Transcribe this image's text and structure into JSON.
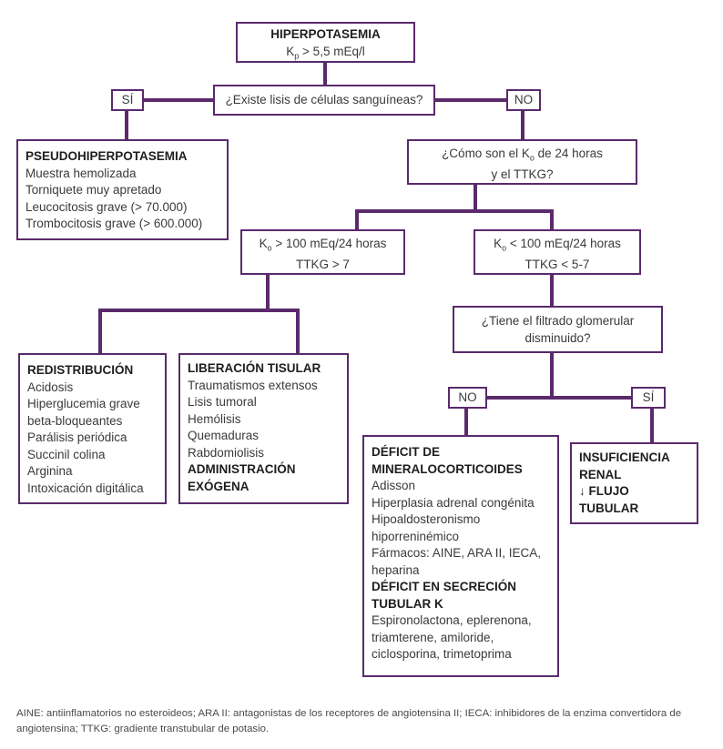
{
  "root": {
    "title": "HIPERPOTASEMIA",
    "condition": "K",
    "condition_sub": "p",
    "condition_rest": " > 5,5 mEq/l"
  },
  "q_lisis": {
    "text": "¿Existe lisis de células sanguíneas?",
    "yes": "SÍ",
    "no": "NO"
  },
  "pseudo": {
    "title": "PSEUDOHIPERPOTASEMIA",
    "items": [
      "Muestra hemolizada",
      "Torniquete muy apretado",
      "Leucocitosis grave (> 70.000)",
      "Trombocitosis grave (> 600.000)"
    ]
  },
  "q_ko": {
    "line1_a": "¿Cómo son el K",
    "line1_sub": "o",
    "line1_b": " de 24 horas",
    "line2": "y el TTKG?"
  },
  "ko_high": {
    "line1_a": "K",
    "line1_sub": "o",
    "line1_b": " > 100 mEq/24 horas",
    "line2": "TTKG > 7"
  },
  "ko_low": {
    "line1_a": "K",
    "line1_sub": "o",
    "line1_b": " < 100 mEq/24 horas",
    "line2": "TTKG < 5-7"
  },
  "redistribucion": {
    "title": "REDISTRIBUCIÓN",
    "items": [
      "Acidosis",
      "Hiperglucemia grave",
      "beta-bloqueantes",
      "Parálisis periódica",
      "Succinil colina",
      "Arginina",
      "Intoxicación digitálica"
    ]
  },
  "liberacion": {
    "title": "LIBERACIÓN TISULAR",
    "items": [
      "Traumatismos extensos",
      "Lisis tumoral",
      "Hemólisis",
      "Quemaduras",
      "Rabdomiolisis"
    ],
    "title2_line1": "ADMINISTRACIÓN",
    "title2_line2": "EXÓGENA"
  },
  "q_filtrado": {
    "line1": "¿Tiene el filtrado glomerular",
    "line2": "disminuido?",
    "no": "NO",
    "yes": "SÍ"
  },
  "deficit": {
    "title_line1": "DÉFICIT DE",
    "title_line2": "MINERALOCORTICOIDES",
    "items": [
      "Adisson",
      "Hiperplasia adrenal congénita",
      "Hipoaldosteronismo",
      "hiporreninémico",
      "Fármacos: AINE, ARA II, IECA,",
      "heparina"
    ],
    "title2_line1": "DÉFICIT EN SECRECIÓN",
    "title2_line2": "TUBULAR K",
    "items2": [
      "Espironolactona, eplerenona,",
      "triamterene, amiloride,",
      "ciclosporina, trimetoprima"
    ]
  },
  "insuficiencia": {
    "line1": "INSUFICIENCIA",
    "line2": "RENAL",
    "line3": "↓ FLUJO",
    "line4": "TUBULAR"
  },
  "footer": "AINE: antiinflamatorios no esteroideos; ARA II: antagonistas de los receptores de angiotensina II; IECA: inhibidores de la enzima convertidora de angiotensina; TTKG: gradiente transtubular de potasio.",
  "colors": {
    "border": "#5a2a6b",
    "line": "#5a2a6b",
    "text": "#333333"
  }
}
